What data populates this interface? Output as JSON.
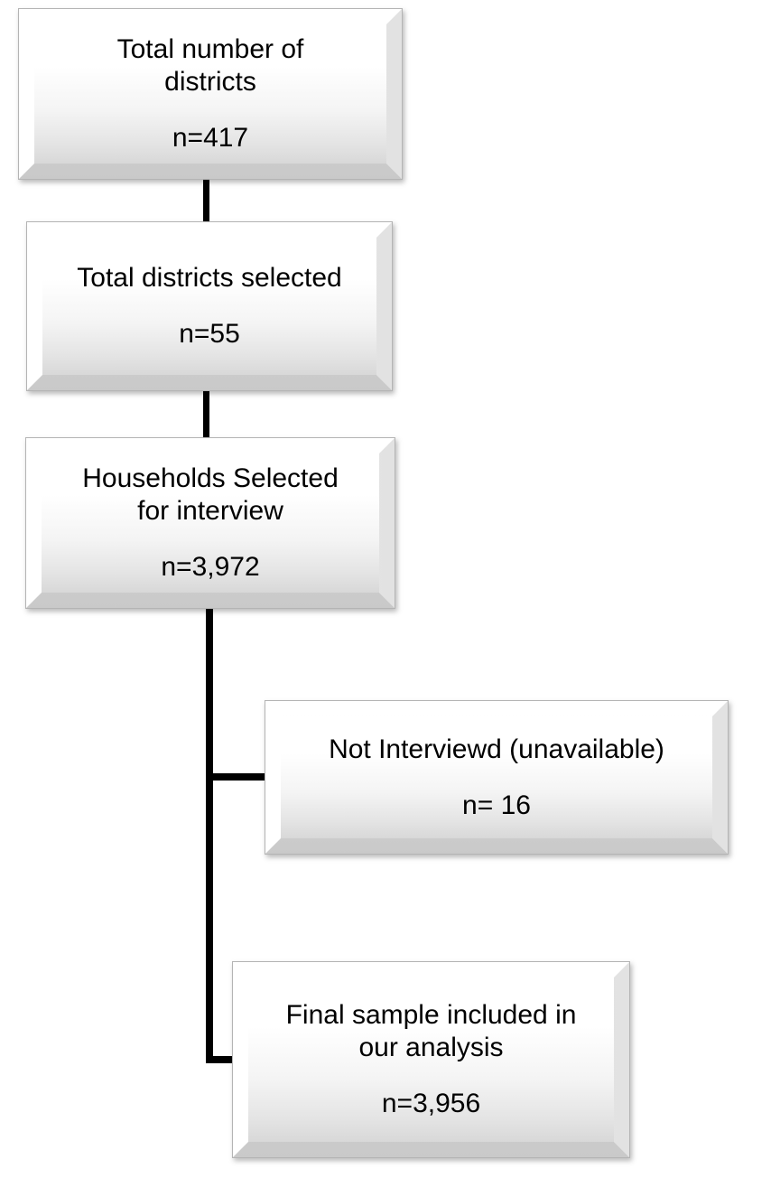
{
  "diagram": {
    "type": "flowchart",
    "title": "Study sampling flow diagram",
    "style": {
      "box_fill_top": "#ffffff",
      "box_fill_bottom": "#d8d8d8",
      "box_border": "#b4b4b4",
      "connector_color": "#000000",
      "background": "#ffffff",
      "text_color": "#000000"
    },
    "nodes": [
      {
        "id": "total-districts",
        "title": "Total number of\ndistricts",
        "count": "n=417"
      },
      {
        "id": "districts-selected",
        "title": "Total districts selected",
        "count": "n=55"
      },
      {
        "id": "households-selected",
        "title": "Households Selected\nfor interview",
        "count": "n=3,972"
      },
      {
        "id": "not-interviewed",
        "title": "Not Interviewd (unavailable)",
        "count": "n= 16"
      },
      {
        "id": "final-sample",
        "title": "Final sample included in\nour analysis",
        "count": "n=3,956"
      }
    ],
    "edges": [
      {
        "from": "total-districts",
        "to": "districts-selected",
        "kind": "vertical"
      },
      {
        "from": "districts-selected",
        "to": "households-selected",
        "kind": "vertical"
      },
      {
        "from": "households-selected",
        "to": "not-interviewed",
        "kind": "elbow-right"
      },
      {
        "from": "households-selected",
        "to": "final-sample",
        "kind": "elbow-right"
      }
    ]
  }
}
